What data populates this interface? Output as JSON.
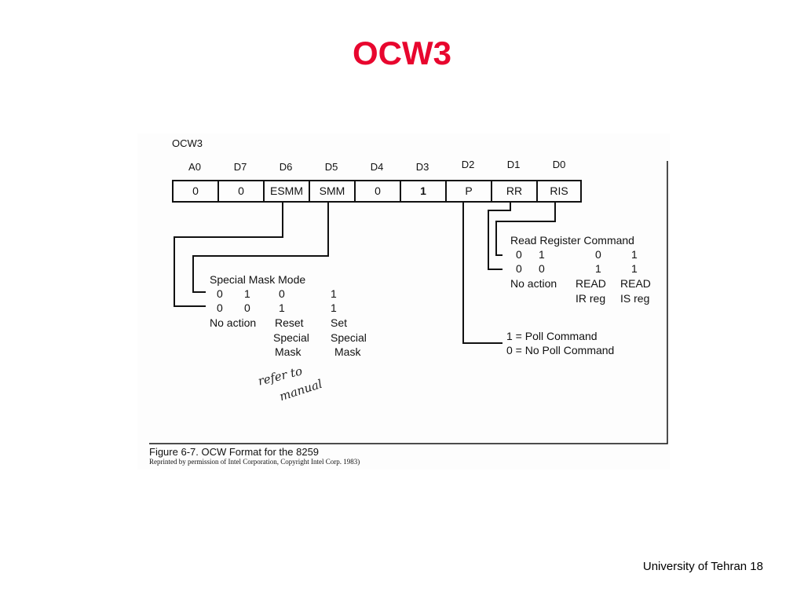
{
  "slide": {
    "title": "OCW3",
    "footer": "University of Tehran 18"
  },
  "figure": {
    "heading": "OCW3",
    "bit_labels": [
      "A0",
      "D7",
      "D6",
      "D5",
      "D4",
      "D3",
      "D2",
      "D1",
      "D0"
    ],
    "bit_values": [
      "0",
      "0",
      "ESMM",
      "SMM",
      "0",
      "1",
      "P",
      "RR",
      "RIS"
    ],
    "special_mask": {
      "title": "Special Mask Mode",
      "row1": [
        "0",
        "1",
        "0",
        "1"
      ],
      "row2": [
        "0",
        "0",
        "1",
        "1"
      ],
      "col1": "No action",
      "col2": [
        "Reset",
        "Special",
        "Mask"
      ],
      "col3": [
        "Set",
        "Special",
        "Mask"
      ]
    },
    "read_register": {
      "title": "Read Register Command",
      "row1": [
        "0",
        "1",
        "0",
        "1"
      ],
      "row2": [
        "0",
        "0",
        "1",
        "1"
      ],
      "col1": "No action",
      "col2": [
        "READ",
        "IR reg"
      ],
      "col3": [
        "READ",
        "IS reg"
      ]
    },
    "poll": {
      "line1": "1 = Poll Command",
      "line2": "0 = No Poll Command"
    },
    "handwritten": [
      "refer to",
      "manual"
    ],
    "caption": "Figure 6-7. OCW Format  for the 8259",
    "credit": "Reprinted by permission of Intel Corporation, Copyright Intel Corp. 1983)"
  }
}
